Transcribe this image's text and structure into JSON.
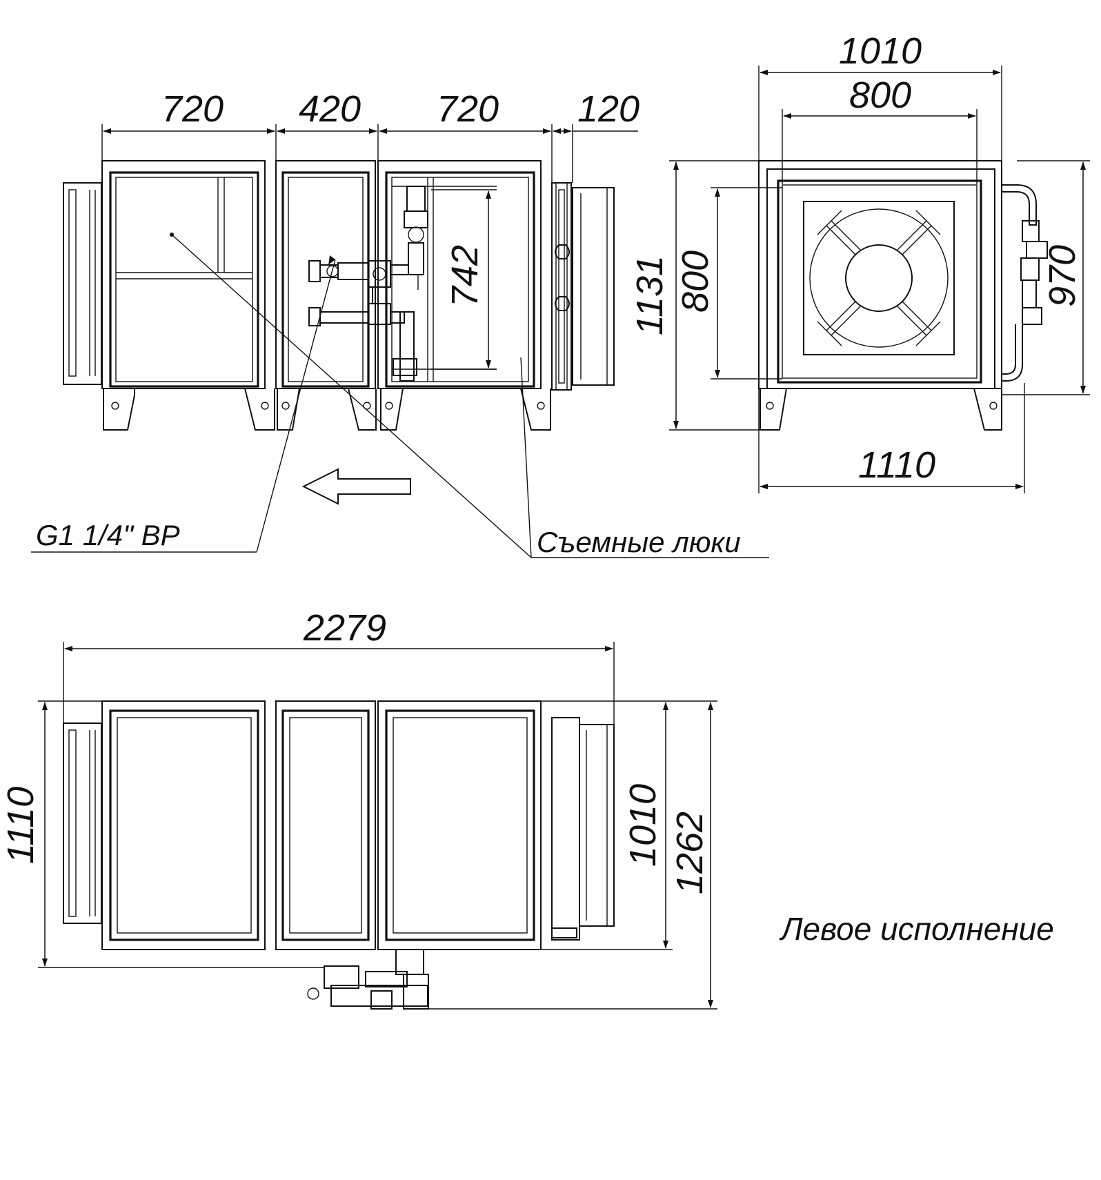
{
  "dimensions": {
    "front_top": [
      "720",
      "420",
      "720",
      "120"
    ],
    "front_inner_height": "742",
    "front_height": "1131",
    "side_outer_width": "1010",
    "side_inner_width": "800",
    "side_inner_height": "800",
    "side_pipe_height": "970",
    "side_base_width": "1110",
    "top_length": "2279",
    "top_width_left": "1110",
    "top_width_right_inner": "1010",
    "top_width_right_outer": "1262"
  },
  "labels": {
    "thread": "G1 1/4\" ВР",
    "hatches": "Съемные люки",
    "version": "Левое исполнение"
  },
  "colors": {
    "line": "#111111",
    "background": "#ffffff"
  }
}
